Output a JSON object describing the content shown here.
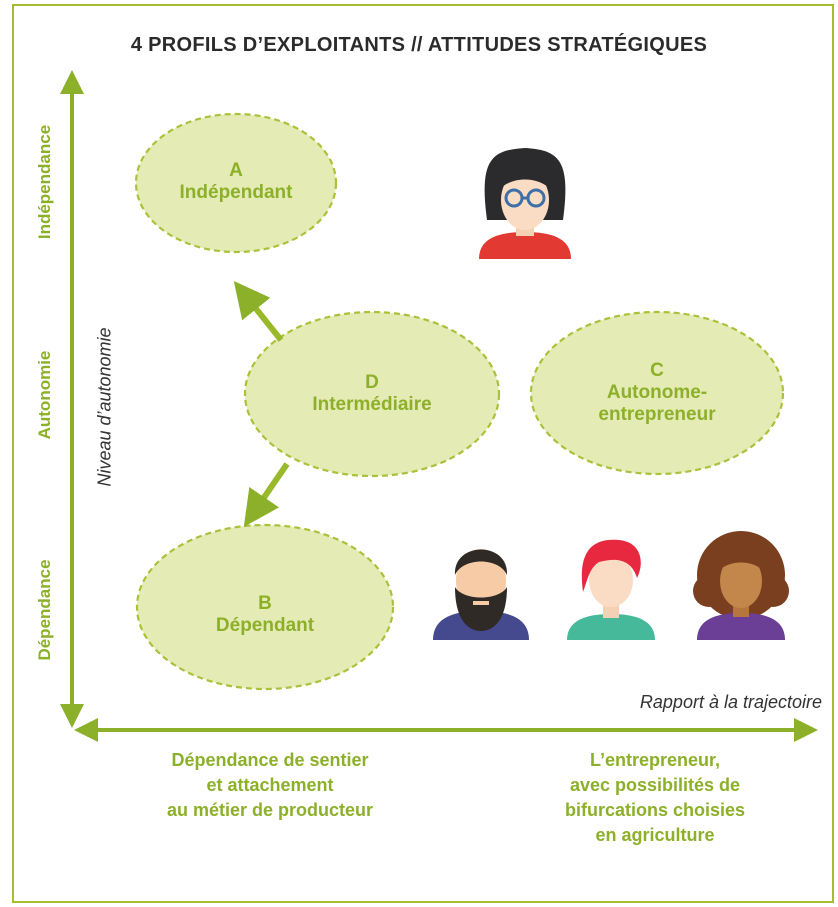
{
  "title": "4 PROFILS D’EXPLOITANTS // ATTITUDES STRATÉGIQUES",
  "colors": {
    "accent": "#8db02a",
    "frame": "#a6bd2f",
    "ellipse_fill": "#e5ebb4",
    "ellipse_stroke": "#a9c23a",
    "text_dark": "#333333"
  },
  "y_axis": {
    "title": "Niveau d’autonomie",
    "levels": [
      "Indépendance",
      "Autonomie",
      "Dépendance"
    ]
  },
  "x_axis": {
    "title": "Rapport à la trajectoire",
    "left_label": "Dépendance de sentier\net attachement\nau métier de producteur",
    "right_label": "L’entrepreneur,\navec possibilités de\nbifurcations choisies\nen agriculture"
  },
  "profiles": [
    {
      "letter": "A",
      "name": "Indépendant"
    },
    {
      "letter": "D",
      "name": "Intermédiaire"
    },
    {
      "letter": "C",
      "name": "Autonome-\nentrepreneur"
    },
    {
      "letter": "B",
      "name": "Dépendant"
    }
  ],
  "avatars": [
    {
      "icon": "woman-glasses-icon",
      "shirt": "#e23a32"
    },
    {
      "icon": "bearded-man-icon",
      "shirt": "#454a8e"
    },
    {
      "icon": "red-haired-woman-icon",
      "shirt": "#46b99a"
    },
    {
      "icon": "curly-haired-woman-icon",
      "shirt": "#6a3f95"
    }
  ]
}
